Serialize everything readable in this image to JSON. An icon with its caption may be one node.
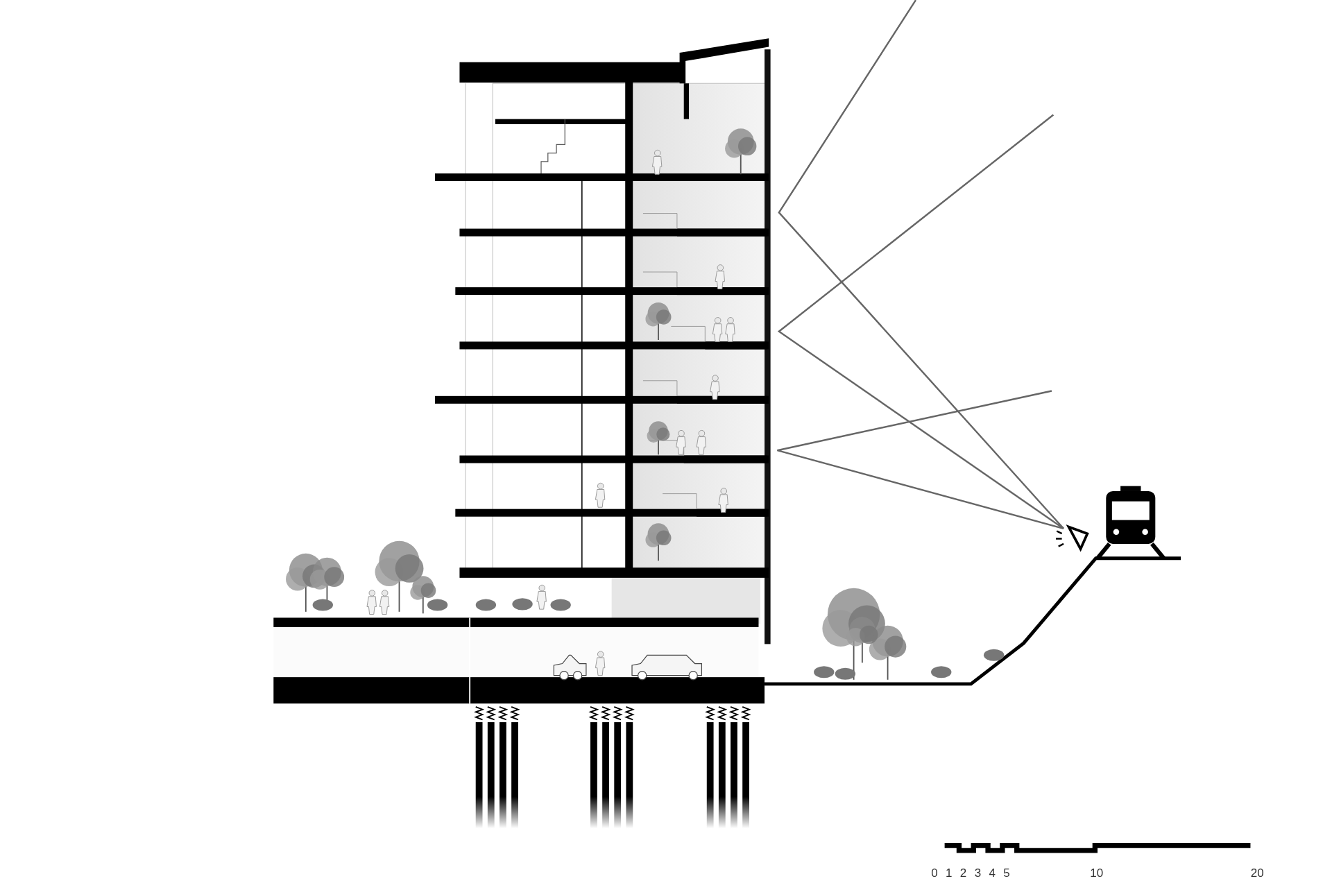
{
  "diagram": {
    "labels": [
      "0",
      "1",
      "2",
      "3",
      "4",
      "5",
      "10",
      "20"
    ]
  }
}
